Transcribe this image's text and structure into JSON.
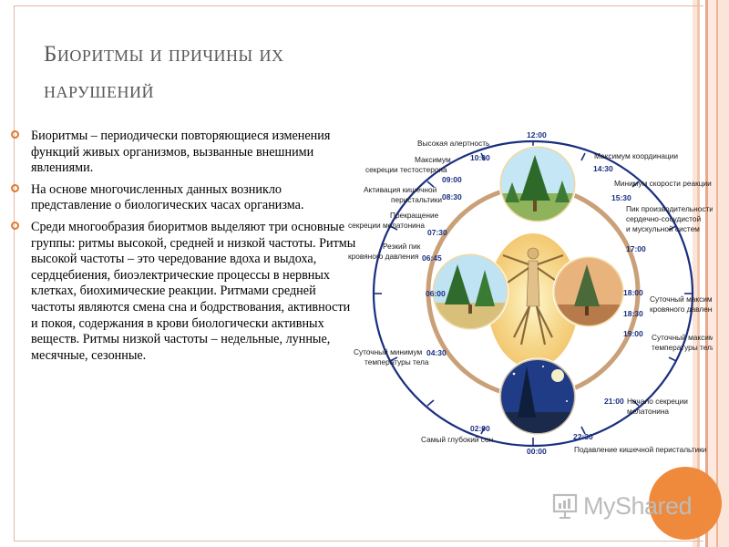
{
  "slide": {
    "title_line1": "Биоритмы и причины их",
    "title_line2": "нарушений",
    "bullets": [
      "Биоритмы – периодически повторяющиеся изменения функций живых организмов, вызванные внешними явлениями.",
      "На основе многочисленных данных возникло представление о биологических часах организма.",
      "Среди многообразия биоритмов выделяют три основные группы: ритмы высокой, средней и низкой частоты. Ритмы высокой частоты – это чередование вдоха и выдоха, сердцебиения, биоэлектрические процессы в нервных клетках, биохимические реакции. Ритмами средней частоты являются смена сна и бодрствования, активности и покоя, содержания в крови биологически активных веществ. Ритмы низкой частоты – недельные, лунные, месячные, сезонные."
    ]
  },
  "clock": {
    "times": {
      "t1200": "12:00",
      "t1000": "10:00",
      "t0900": "09:00",
      "t0830": "08:30",
      "t0730": "07:30",
      "t0645": "06:45",
      "t0600": "06:00",
      "t0430": "04:30",
      "t0200": "02:00",
      "t0000": "00:00",
      "t1430": "14:30",
      "t1530": "15:30",
      "t1700": "17:00",
      "t1800": "18:00",
      "t1830": "18:30",
      "t1900": "19:00",
      "t2100": "21:00",
      "t2230": "22:30"
    },
    "labels": {
      "high_alert": "Высокая алертность",
      "testo_1": "Максимум",
      "testo_2": "секреции тестостерона",
      "intestine_1": "Активация кишечной",
      "intestine_2": "перистальтики",
      "mel_stop_1": "Прекращение",
      "mel_stop_2": "секреции мелатонина",
      "bp_peak_1": "Резкий пик",
      "bp_peak_2": "кровяного давления",
      "temp_min_1": "Суточный минимум",
      "temp_min_2": "температуры тела",
      "deep_sleep": "Самый глубокий сон",
      "coord_max": "Максимум координации",
      "react_min": "Минимум скорости реакции",
      "perf_1": "Пик производительности",
      "perf_2": "сердечно-сосудистой",
      "perf_3": "и мускульной систем",
      "bp_max_1": "Суточный максимум",
      "bp_max_2": "кровяного давления",
      "temp_max_1": "Суточный максимум",
      "temp_max_2": "температуры тела",
      "mel_start_1": "Начало секреции",
      "mel_start_2": "мелатонина",
      "intestine_stop": "Подавление кишечной перистальтики"
    }
  },
  "logo": {
    "text": "MyShared"
  },
  "colors": {
    "accent": "#ef8a3c",
    "title": "#595959",
    "clock_ring": "#1a2f80",
    "sky_day": "#bfe3f3",
    "sky_night": "#203c86"
  }
}
